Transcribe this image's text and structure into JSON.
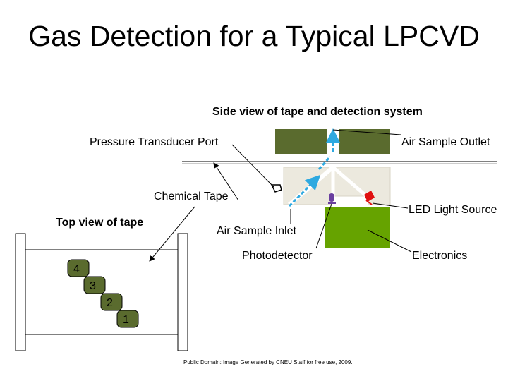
{
  "title": "Gas Detection for a Typical LPCVD",
  "labels": {
    "side_view": "Side view of tape and detection system",
    "pressure_port": "Pressure Transducer Port",
    "air_outlet": "Air Sample Outlet",
    "chemical_tape": "Chemical Tape",
    "led_source": "LED Light Source",
    "top_view": "Top view of tape",
    "air_inlet": "Air Sample Inlet",
    "photodetector": "Photodetector",
    "electronics": "Electronics"
  },
  "tape_spots": [
    "4",
    "3",
    "2",
    "1"
  ],
  "credit": "Public Domain: Image Generated by CNEU Staff for free use, 2009.",
  "colors": {
    "outlet_block": "#5a6b2e",
    "inlet_block": "#ece9de",
    "electronics_block": "#66a300",
    "spot_fill": "#5a6b2e",
    "flow_arrow": "#2ea9e0",
    "photodetector": "#6a3fa0",
    "led": "#e01010"
  }
}
